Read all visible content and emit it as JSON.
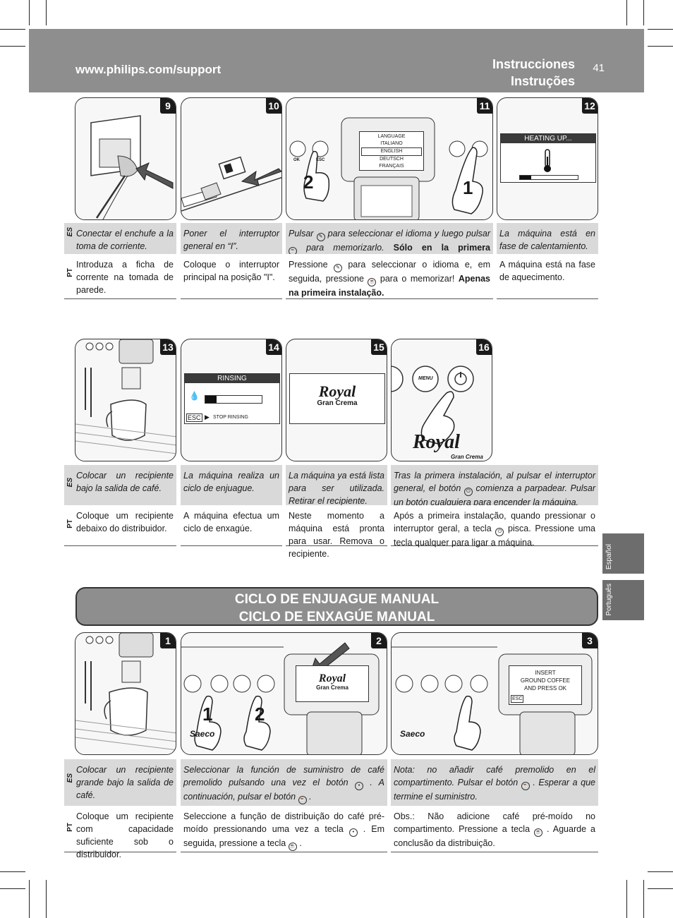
{
  "header": {
    "url": "www.philips.com/support",
    "title_line1": "Instrucciones",
    "title_line2": "Instruções",
    "page_number": "41"
  },
  "side_tabs": [
    "Español",
    "Português"
  ],
  "lang_codes": {
    "es": "ES",
    "pt": "PT"
  },
  "panels": {
    "p9": {
      "num": "9"
    },
    "p10": {
      "num": "10"
    },
    "p11": {
      "num": "11",
      "menu": [
        "LANGUAGE",
        "ITALIANO",
        "ENGLISH",
        "DEUTSCH",
        "FRANÇAIS"
      ],
      "callout_1": "1",
      "callout_2": "2",
      "btn_ok": "OK",
      "btn_esc": "ESC"
    },
    "p12": {
      "num": "12",
      "lcd_title": "HEATING UP..."
    },
    "p13": {
      "num": "13"
    },
    "p14": {
      "num": "14",
      "lcd_title": "RINSING",
      "esc": "ESC",
      "stop": "STOP RINSING"
    },
    "p15": {
      "num": "15",
      "brand": "Royal",
      "model": "Gran Crema"
    },
    "p16": {
      "num": "16",
      "menu_btn": "MENU",
      "brand": "Royal",
      "model": "Gran Crema"
    },
    "q1": {
      "num": "1"
    },
    "q2": {
      "num": "2",
      "brand": "Royal",
      "model": "Gran Crema",
      "callout_1": "1",
      "callout_2": "2",
      "logo": "Saeco"
    },
    "q3": {
      "num": "3",
      "lcd_line1": "INSERT",
      "lcd_line2": "GROUND COFFEE",
      "lcd_line3": "AND PRESS OK",
      "esc": "ESC",
      "logo": "Saeco"
    }
  },
  "row1": {
    "es": [
      "Conectar el enchufe a la toma de corriente.",
      "Poner el interruptor general en “I”.",
      {
        "a": "Pulsar",
        "b": "para seleccionar el idioma y luego pulsar",
        "c": "para memorizarlo.",
        "bold": "Sólo en la primera instalación."
      },
      "La máquina está en fase de calentamiento."
    ],
    "pt": [
      "Introduza a ficha de corrente na tomada de parede.",
      "Coloque o interruptor principal na posição \"I\".",
      {
        "a": "Pressione",
        "b": "para seleccionar o idioma e, em seguida, pressione",
        "c": "para o memorizar!",
        "bold": "Apenas na primeira instalação."
      },
      "A máquina está na fase de aquecimento."
    ]
  },
  "row2": {
    "es": [
      "Colocar un recipiente bajo la salida de café.",
      "La máquina realiza un ciclo de enjuague.",
      "La máquina ya está lista para ser utilizada. Retirar el recipiente.",
      {
        "a": "Tras la primera instalación, al pulsar el interruptor general, el botón",
        "b": "comienza a parpadear. Pulsar un botón cualquiera para encender la máquina."
      }
    ],
    "pt": [
      "Coloque um recipiente debaixo do distribuidor.",
      "A máquina efectua um ciclo de enxagúe.",
      "Neste momento a máquina está pronta para usar. Remova o recipiente.",
      {
        "a": "Após a primeira instalação, quando pressionar o interruptor geral, a tecla",
        "b": "pisca. Pressione uma tecla qualquer para ligar a máquina."
      }
    ]
  },
  "banner": {
    "line1": "CICLO DE ENJUAGUE MANUAL",
    "line2": "CICLO DE ENXAGÚE MANUAL"
  },
  "row3": {
    "es": [
      "Colocar un recipiente grande bajo la salida de café.",
      {
        "a": "Seleccionar la función de suministro de café premolido pulsando una vez el botón",
        "b": ". A continuación, pulsar el botón",
        "c": "."
      },
      {
        "a": "Nota: no añadir café premolido en el compartimento. Pulsar el botón",
        "b": ". Esperar a que termine el suministro."
      }
    ],
    "pt": [
      "Coloque um recipiente com capacidade suficiente sob o distribuidor.",
      {
        "a": "Seleccione a função de distribuição do café pré-moído pressionando uma vez a tecla",
        "b": ". Em seguida, pressione a tecla",
        "c": "."
      },
      {
        "a": "Obs.: Não adicione café pré-moído no compartimento. Pressione a tecla",
        "b": ". Aguarde a conclusão da distribuição."
      }
    ]
  }
}
